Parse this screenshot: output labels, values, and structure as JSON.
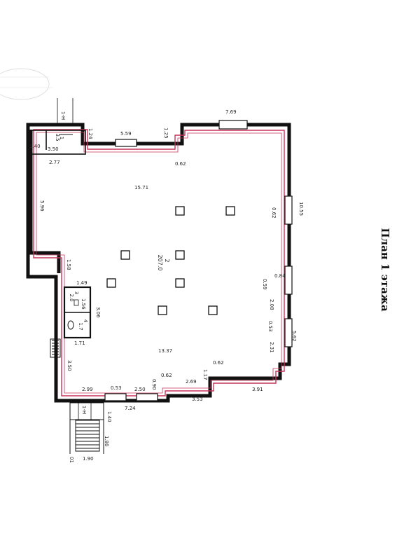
{
  "plan": {
    "title": "План 1 этажа",
    "section_label": "1-Н",
    "colors": {
      "wall": "#111111",
      "inner_line": "#c8325a",
      "text": "#222222"
    },
    "main_room": {
      "number": "2",
      "area": "207.0"
    },
    "small_room_1": {
      "number": "3",
      "area": "2.0"
    },
    "small_room_2": {
      "number": "4",
      "area": "1.7"
    },
    "entry_room": {
      "number": "1",
      "area": "3.5"
    },
    "dimensions": {
      "d_7_69": "7.69",
      "d_1_24": "1.24",
      "d_5_59": "5.59",
      "d_1_25": "1.25",
      "d_1_40_top": "1.40",
      "d_3_50_small": "3.50",
      "d_2_77": "2.77",
      "d_0_62_top": "0.62",
      "d_15_71": "15.71",
      "d_5_96": "5.96",
      "d_0_62_right": "0.62",
      "d_10_55": "10.55",
      "d_1_58": "1.58",
      "d_1_49": "1.49",
      "d_1_56": "1.56",
      "d_3_06": "3.06",
      "d_0_84": "0.84",
      "d_0_59": "0.59",
      "d_2_08": "2.08",
      "d_0_53_right": "0.53",
      "d_2_31": "2.31",
      "d_5_62": "5.62",
      "d_1_71": "1.71",
      "d_13_37": "13.37",
      "d_3_50_left": "3.50",
      "d_0_62_bottom_right": "0.62",
      "d_1_17": "1.17",
      "d_0_62_bottom": "0.62",
      "d_0_90": "0.90",
      "d_2_69": "2.69",
      "d_2_99": "2.99",
      "d_0_53_bottom": "0.53",
      "d_2_50": "2.50",
      "d_3_53": "3.53",
      "d_3_91": "3.91",
      "d_7_24": "7.24",
      "d_1_40_stairs": "1.40",
      "d_1_80": "1.80",
      "d_1_90": "1.90",
      "d_01": "01"
    }
  }
}
